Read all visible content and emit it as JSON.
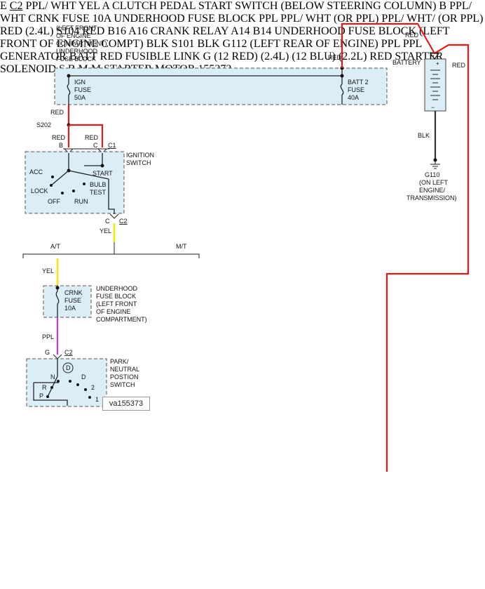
{
  "labels": {
    "fuse_block_top": [
      "(LEFT FRONT",
      "OF ENGINE",
      "COMPARTMENT)",
      "UNDERHOOD",
      "FUSE BLOCK"
    ],
    "ign_fuse": [
      "IGN",
      "FUSE",
      "50A"
    ],
    "batt2_fuse": [
      "BATT 2",
      "FUSE",
      "40A"
    ],
    "battery": "BATTERY",
    "red": "RED",
    "blk": "BLK",
    "ppl": "PPL",
    "yel": "YEL",
    "s202": "S202",
    "b": "B",
    "c": "C",
    "c1": "C1",
    "c2": "C2",
    "ignition_switch": [
      "IGNITION",
      "SWITCH"
    ],
    "acc": "ACC",
    "start": "START",
    "lock": "LOCK",
    "bulb_test": [
      "BULB",
      "TEST"
    ],
    "off": "OFF",
    "run": "RUN",
    "at": "A/T",
    "mt": "M/T",
    "a": "A",
    "crnk_fuse": [
      "CRNK",
      "FUSE",
      "10A"
    ],
    "underhood_fuse_block_mid": [
      "UNDERHOOD",
      "FUSE BLOCK",
      "(LEFT FRONT",
      "OF ENGINE",
      "COMPARTMENT)"
    ],
    "clutch_switch": [
      "CLUTCH",
      "PEDAL",
      "START",
      "SWITCH",
      "(BELOW",
      "STEERING",
      "COLUMN)"
    ],
    "ppl_wht": [
      "PPL/",
      "WHT"
    ],
    "g": "G",
    "park_neutral": [
      "PARK/",
      "NEUTRAL",
      "POSTION",
      "SWITCH"
    ],
    "gear_d_circle": "D",
    "n": "N",
    "d": "D",
    "r": "R",
    "two": "2",
    "p": "P",
    "one": "1",
    "e": "E",
    "figure_tag": "va155373",
    "underhood_fuse_block_small": [
      "UNDERHOOD",
      "FUSE",
      "BLOCK"
    ],
    "ppl_wht_or_ppl_left": [
      "PPL/",
      "WHT/",
      "(OR PPL)"
    ],
    "ppl_wht_or_ppl_bottom": [
      "PPL/",
      "WHT",
      "(OR PPL)"
    ],
    "b16": "B16",
    "a16": "A16",
    "a14": "A14",
    "b14": "B14",
    "crank_relay": [
      "CRANK",
      "RELAY"
    ],
    "s104": "S104",
    "v24": "(2.4L)",
    "underhood_fuse_block_relay": [
      "UNDERHOOD",
      "FUSE BLOCK",
      "(LEFT FRONT OF",
      "ENGINE COMPT)"
    ],
    "s101": "S101",
    "g112": [
      "G112",
      "(LEFT REAR",
      "OF ENGINE)"
    ],
    "g110": [
      "G110",
      "(ON LEFT",
      "ENGINE/",
      "TRANSMISSION)"
    ],
    "generator": "GENERATOR",
    "batt": "BATT",
    "fusible_link": [
      "FUSIBLE",
      "LINK G",
      "(12 RED)"
    ],
    "v24b": "(2.4L)",
    "blu12": "(12 BLU)",
    "v22": "(2.2L)",
    "s": "S",
    "m": "M",
    "motor_m": "M",
    "starter_solenoid": [
      "STARTER",
      "SOLENOID"
    ],
    "starter_motor": [
      "STARTER",
      "MOTOR"
    ],
    "diagram_number": "155373"
  }
}
